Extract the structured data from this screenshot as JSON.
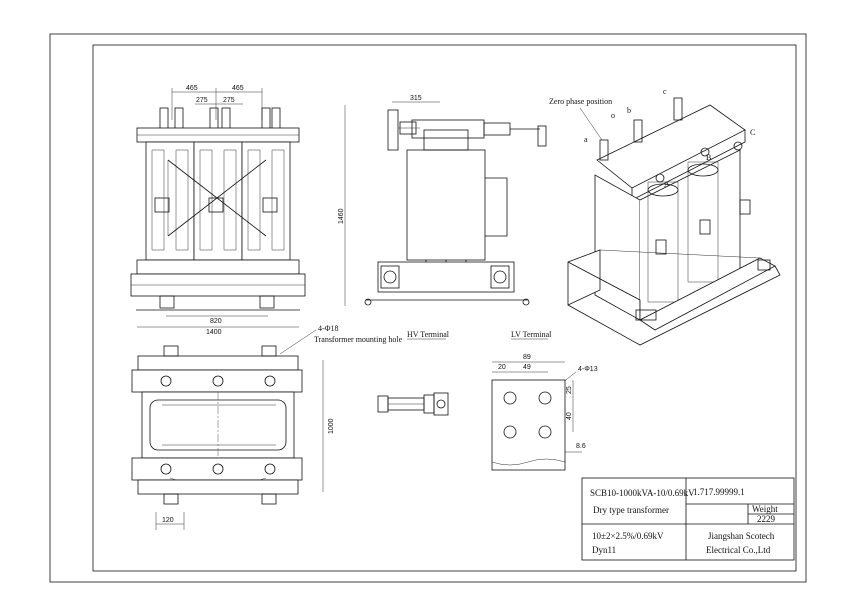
{
  "dimensions": {
    "front_465_left": "465",
    "front_465_right": "465",
    "front_275_left": "275",
    "front_275_right": "275",
    "front_820": "820",
    "front_1400": "1400",
    "side_315": "315",
    "side_1460": "1460",
    "top_1000": "1000",
    "top_120": "120",
    "lv_89": "89",
    "lv_20": "20",
    "lv_49": "49",
    "lv_25": "25",
    "lv_40": "40"
  },
  "labels": {
    "mounting_hole_spec": "4-Φ18",
    "mounting_hole": "Transformer mounting hole",
    "hv_terminal": "HV Terminal",
    "lv_terminal": "LV Terminal",
    "lv_hole_spec": "4-Φ13",
    "lv_thickness": "8.6",
    "zero_phase": "Zero phase position"
  },
  "phases": [
    "a",
    "b",
    "c",
    "A",
    "B",
    "C",
    "o"
  ],
  "title_block": {
    "model": "SCB10-1000kVA-10/0.69kV",
    "type": "Dry type transformer",
    "drawing_number": "1.717.99999.1",
    "weight_label": "Weight",
    "weight_value": "2229",
    "voltage": "10±2×2.5%/0.69kV",
    "vector_group": "Dyn11",
    "company_line1": "Jiangshan Scotech",
    "company_line2": "Electrical Co.,Ltd"
  }
}
